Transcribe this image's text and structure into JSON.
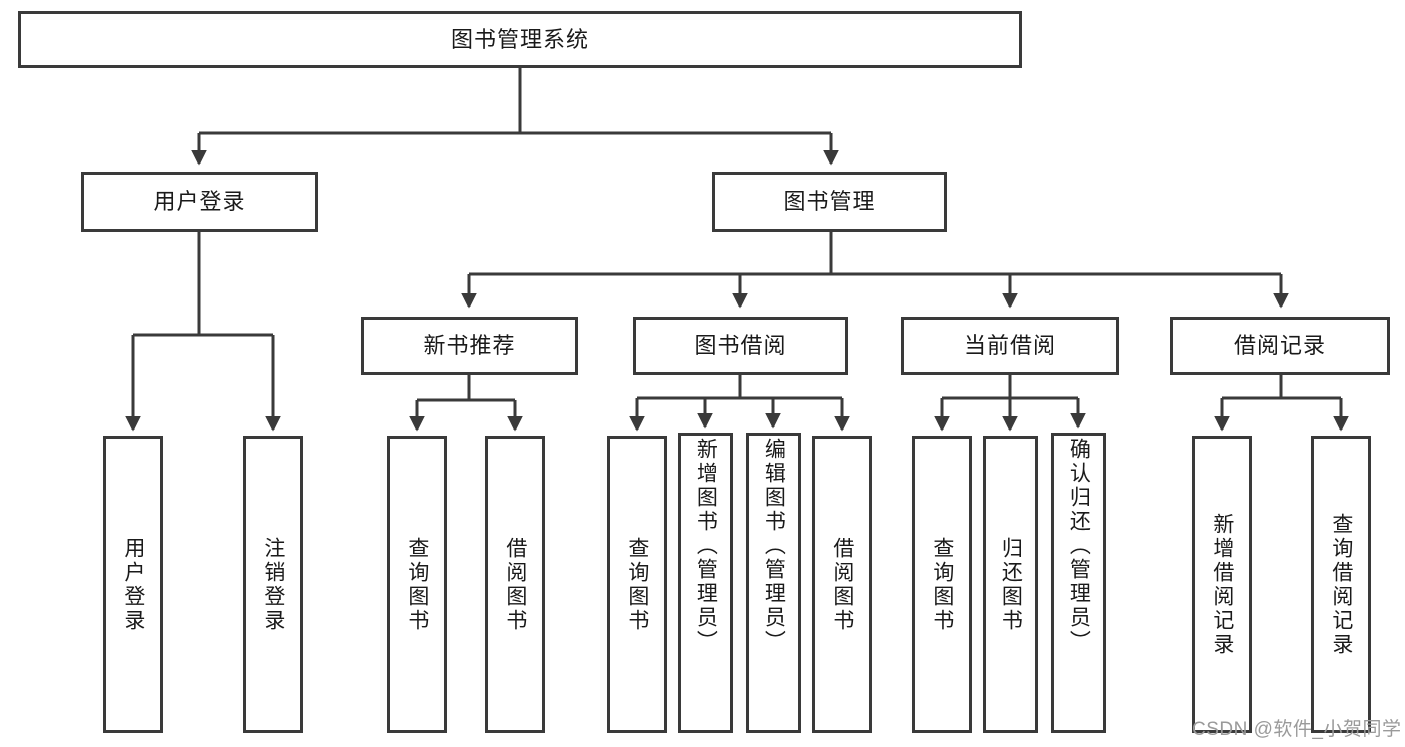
{
  "diagram": {
    "title": "图书管理系统",
    "watermark": "CSDN @软件_小贺同学",
    "style": {
      "box_border_color": "#3a3a3a",
      "box_fill_color": "#ffffff",
      "connector_color": "#3a3a3a",
      "text_color": "#1a1a1a",
      "watermark_color": "#9a9a9a"
    },
    "root": {
      "label": "图书管理系统"
    },
    "level2": [
      {
        "label": "用户登录"
      },
      {
        "label": "图书管理"
      }
    ],
    "level3": [
      {
        "label": "新书推荐"
      },
      {
        "label": "图书借阅"
      },
      {
        "label": "当前借阅"
      },
      {
        "label": "借阅记录"
      }
    ],
    "leaves": {
      "user_login": [
        {
          "label": "用户登录"
        },
        {
          "label": "注销登录"
        }
      ],
      "new_book_recommend": [
        {
          "label": "查询图书"
        },
        {
          "label": "借阅图书"
        }
      ],
      "book_borrow": [
        {
          "label": "查询图书"
        },
        {
          "label": "新增图书（管理员）"
        },
        {
          "label": "编辑图书（管理员）"
        },
        {
          "label": "借阅图书"
        }
      ],
      "current_borrow": [
        {
          "label": "查询图书"
        },
        {
          "label": "归还图书"
        },
        {
          "label": "确认归还（管理员）"
        }
      ],
      "borrow_record": [
        {
          "label": "新增借阅记录"
        },
        {
          "label": "查询借阅记录"
        }
      ]
    }
  }
}
